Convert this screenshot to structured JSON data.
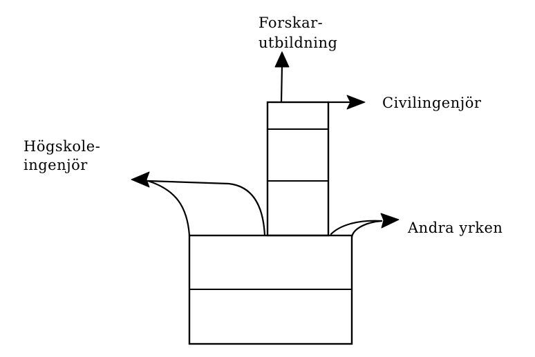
{
  "labels": {
    "forskar_line1": "Forskar-",
    "forskar_line2": "utbildning",
    "civilingenjor": "Civilingenjör",
    "hogskole_line1": "Högskole-",
    "hogskole_line2": "ingenjör",
    "andra_yrken": "Andra yrken"
  },
  "colors": {
    "ink": "#000000",
    "background": "#ffffff"
  }
}
